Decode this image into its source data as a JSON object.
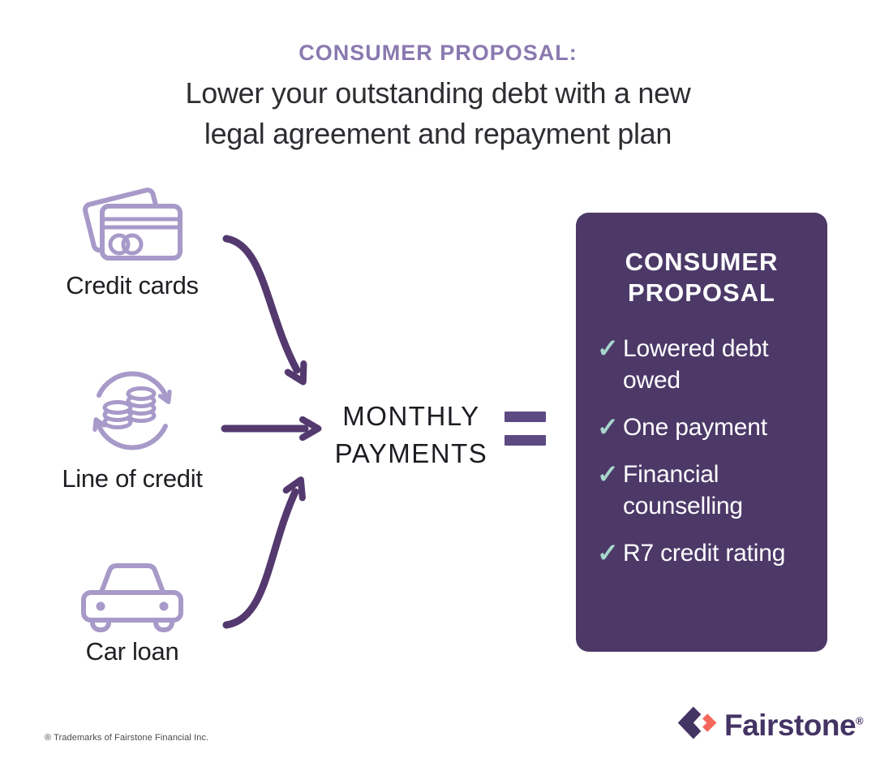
{
  "header": {
    "eyebrow": "CONSUMER PROPOSAL:",
    "title_line1": "Lower your outstanding debt with a new",
    "title_line2": "legal agreement and repayment plan"
  },
  "sources": [
    {
      "label": "Credit cards",
      "icon": "credit-cards-icon"
    },
    {
      "label": "Line of credit",
      "icon": "line-of-credit-icon"
    },
    {
      "label": "Car loan",
      "icon": "car-loan-icon"
    }
  ],
  "flow": {
    "monthly_line1": "MONTHLY",
    "monthly_line2": "PAYMENTS",
    "equals_symbol": "="
  },
  "panel": {
    "title_line1": "CONSUMER",
    "title_line2": "PROPOSAL",
    "check_glyph": "✓",
    "items": [
      "Lowered debt owed",
      "One payment",
      "Financial counselling",
      "R7 credit rating"
    ]
  },
  "footer": {
    "brand": "Fairstone",
    "brand_mark": "®",
    "trademark": "® Trademarks of Fairstone Financial Inc."
  },
  "colors": {
    "eyebrow_purple": "#8a79b0",
    "title_dark": "#2d2d32",
    "icon_light_purple": "#a79ac9",
    "arrow_dark_purple": "#54396f",
    "equals_purple": "#5d4a83",
    "panel_purple": "#4c3968",
    "check_mint": "#a8d7cd",
    "brand_purple": "#443464",
    "brand_coral": "#f4685b",
    "background": "#ffffff"
  }
}
